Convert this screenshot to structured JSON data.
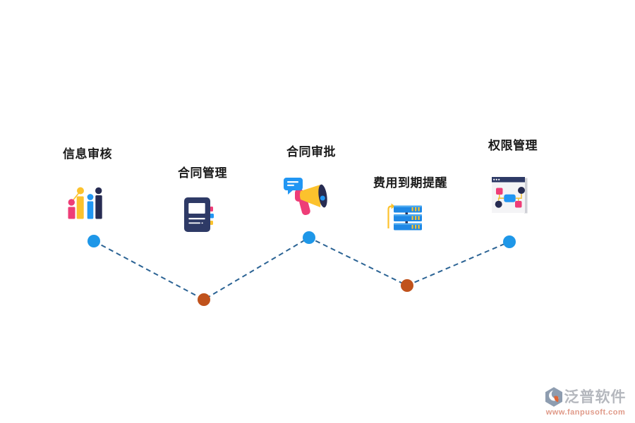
{
  "nodes": [
    {
      "label": "信息审核",
      "icon": "bar-chart-people-icon",
      "dot_color": "blue"
    },
    {
      "label": "合同管理",
      "icon": "notebook-icon",
      "dot_color": "orange"
    },
    {
      "label": "合同审批",
      "icon": "megaphone-icon",
      "dot_color": "blue"
    },
    {
      "label": "费用到期提醒",
      "icon": "server-reminder-icon",
      "dot_color": "orange"
    },
    {
      "label": "权限管理",
      "icon": "window-flowchart-icon",
      "dot_color": "blue"
    }
  ],
  "watermark": {
    "brand": "泛普软件",
    "url_text": "www.fanpusoft.com"
  },
  "colors": {
    "icon_pink": "#ee3d77",
    "icon_yellow": "#fcc22d",
    "icon_blue": "#2196f3",
    "icon_navy": "#272c52",
    "icon_navy2": "#2e3a66",
    "dot_blue": "#1e97e8",
    "dot_orange": "#c0521c",
    "line": "#2b6394",
    "label_text": "#1a1a1a",
    "watermark_brand": "#b5b8be",
    "watermark_url": "#e09a89"
  }
}
